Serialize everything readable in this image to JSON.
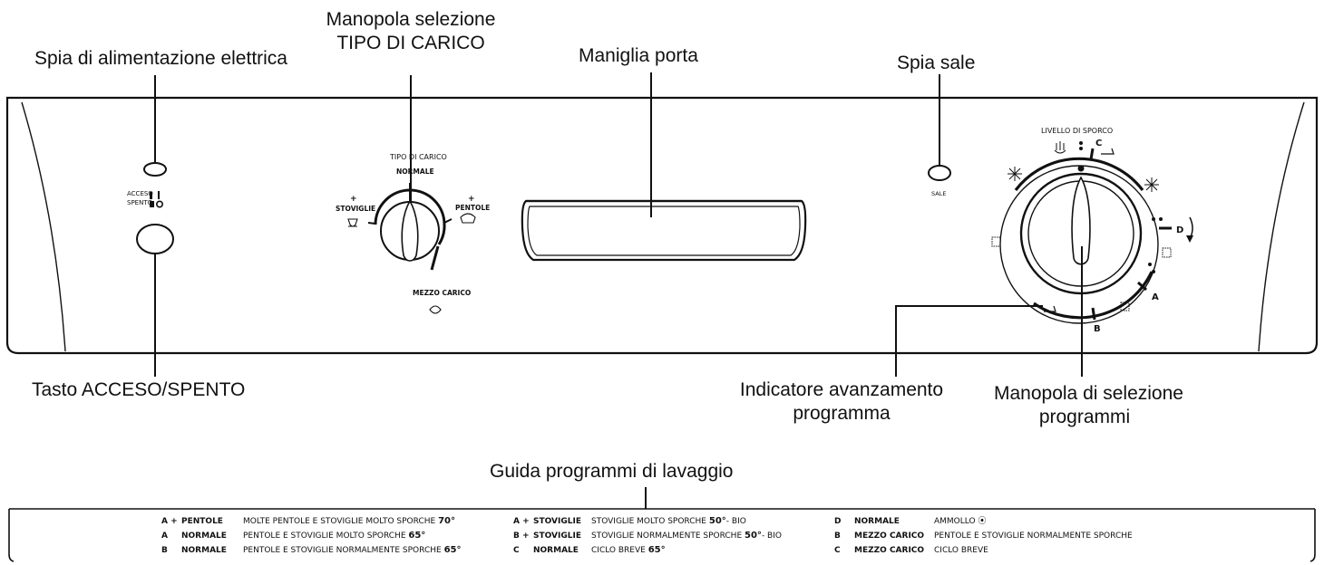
{
  "callouts": {
    "power_light": "Spia di alimentazione elettrica",
    "load_knob_line1": "Manopola selezione",
    "load_knob_line2": "TIPO DI CARICO",
    "door_handle": "Maniglia porta",
    "salt_light": "Spia sale",
    "onoff_button": "Tasto ACCESO/SPENTO",
    "progress_indicator_line1": "Indicatore avanzamento",
    "progress_indicator_line2": "programma",
    "program_knob_line1": "Manopola di selezione",
    "program_knob_line2": "programmi",
    "guide_title": "Guida programmi di lavaggio"
  },
  "panel": {
    "acceso": "ACCESO",
    "spento": "SPENTO",
    "tipo_di_carico": "TIPO DI CARICO",
    "normale": "NORMALE",
    "plus_left": "+",
    "stoviglie": "STOVIGLIE",
    "plus_right": "+",
    "pentole": "PENTOLE",
    "mezzo_carico": "MEZZO CARICO",
    "sale": "SALE",
    "livello_di_sporco": "LIVELLO DI SPORCO",
    "prog_a": "A",
    "prog_b": "B",
    "prog_c": "C",
    "prog_d": "D"
  },
  "guide": {
    "col1": [
      {
        "code": "A +",
        "mode": "PENTOLE",
        "desc": "MOLTE PENTOLE E STOVIGLIE MOLTO SPORCHE",
        "temp": "70°"
      },
      {
        "code": "A",
        "mode": "NORMALE",
        "desc": "PENTOLE E STOVIGLIE MOLTO SPORCHE",
        "temp": "65°"
      },
      {
        "code": "B",
        "mode": "NORMALE",
        "desc": "PENTOLE E STOVIGLIE NORMALMENTE SPORCHE",
        "temp": "65°"
      }
    ],
    "col2": [
      {
        "code": "A +",
        "mode": "STOVIGLIE",
        "desc": "STOVIGLIE MOLTO SPORCHE",
        "temp": "50°",
        "suffix": "- BIO"
      },
      {
        "code": "B +",
        "mode": "STOVIGLIE",
        "desc": "STOVIGLIE NORMALMENTE SPORCHE",
        "temp": "50°",
        "suffix": "- BIO"
      },
      {
        "code": "C",
        "mode": "NORMALE",
        "desc": "CICLO BREVE",
        "temp": "65°",
        "suffix": ""
      }
    ],
    "col3": [
      {
        "code": "D",
        "mode": "NORMALE",
        "desc": "AMMOLLO"
      },
      {
        "code": "B",
        "mode": "MEZZO CARICO",
        "desc": "PENTOLE E STOVIGLIE NORMALMENTE SPORCHE"
      },
      {
        "code": "C",
        "mode": "MEZZO CARICO",
        "desc": "CICLO BREVE"
      }
    ]
  }
}
